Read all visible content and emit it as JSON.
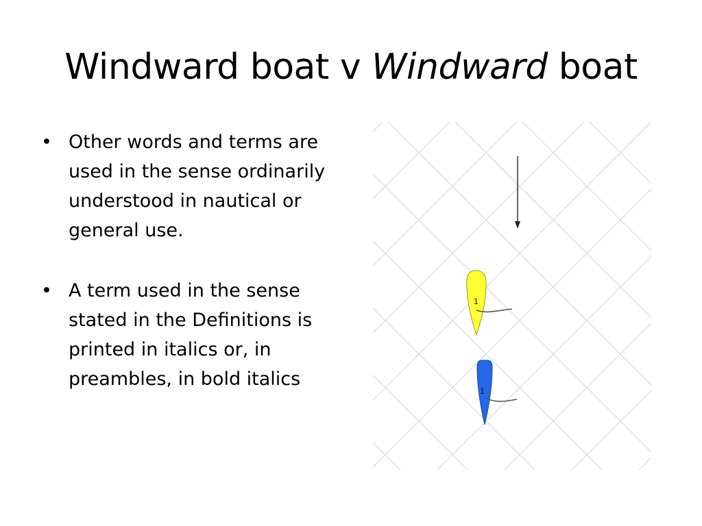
{
  "slide": {
    "title": {
      "part1": "Windward boat v ",
      "part2": "Windward",
      "part3": " boat"
    },
    "bullets": [
      {
        "text": "Other words and terms are used in the sense ordinarily understood in nautical or general use."
      },
      {
        "text": "A term used in the sense stated in the Definitions is printed in italics or, in preambles, in bold italics"
      }
    ],
    "bullet_symbol": "•"
  },
  "diagram": {
    "wind_arrow_icon": "arrow-down-icon",
    "grid_color": "#dcdcdc",
    "boats": [
      {
        "label": "1",
        "color": "#ffff33",
        "icon": "sailboat-icon"
      },
      {
        "label": "1",
        "color": "#2468e8",
        "icon": "sailboat-icon"
      }
    ]
  }
}
